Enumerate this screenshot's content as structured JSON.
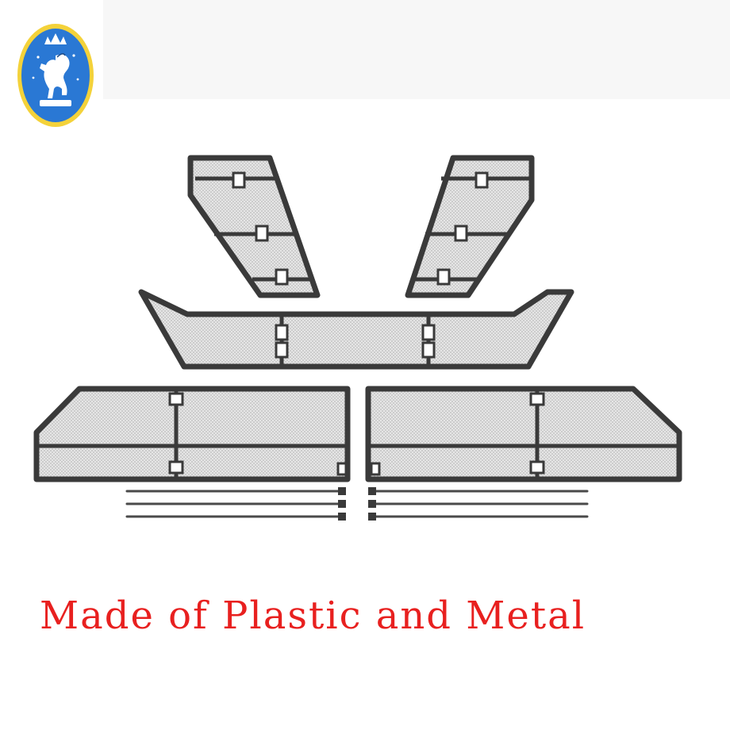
{
  "caption": {
    "text": "Made of Plastic and Metal",
    "color": "#e8201f"
  },
  "logo": {
    "icon": "rearing-horse-crown-emblem",
    "fill_color": "#2a78d4",
    "ring_color": "#f4d23a"
  },
  "product": {
    "description_icon": "car-grille-insect-screen-set",
    "frame_color": "#3a3a3a",
    "mesh_color": "#e6e6e6"
  }
}
